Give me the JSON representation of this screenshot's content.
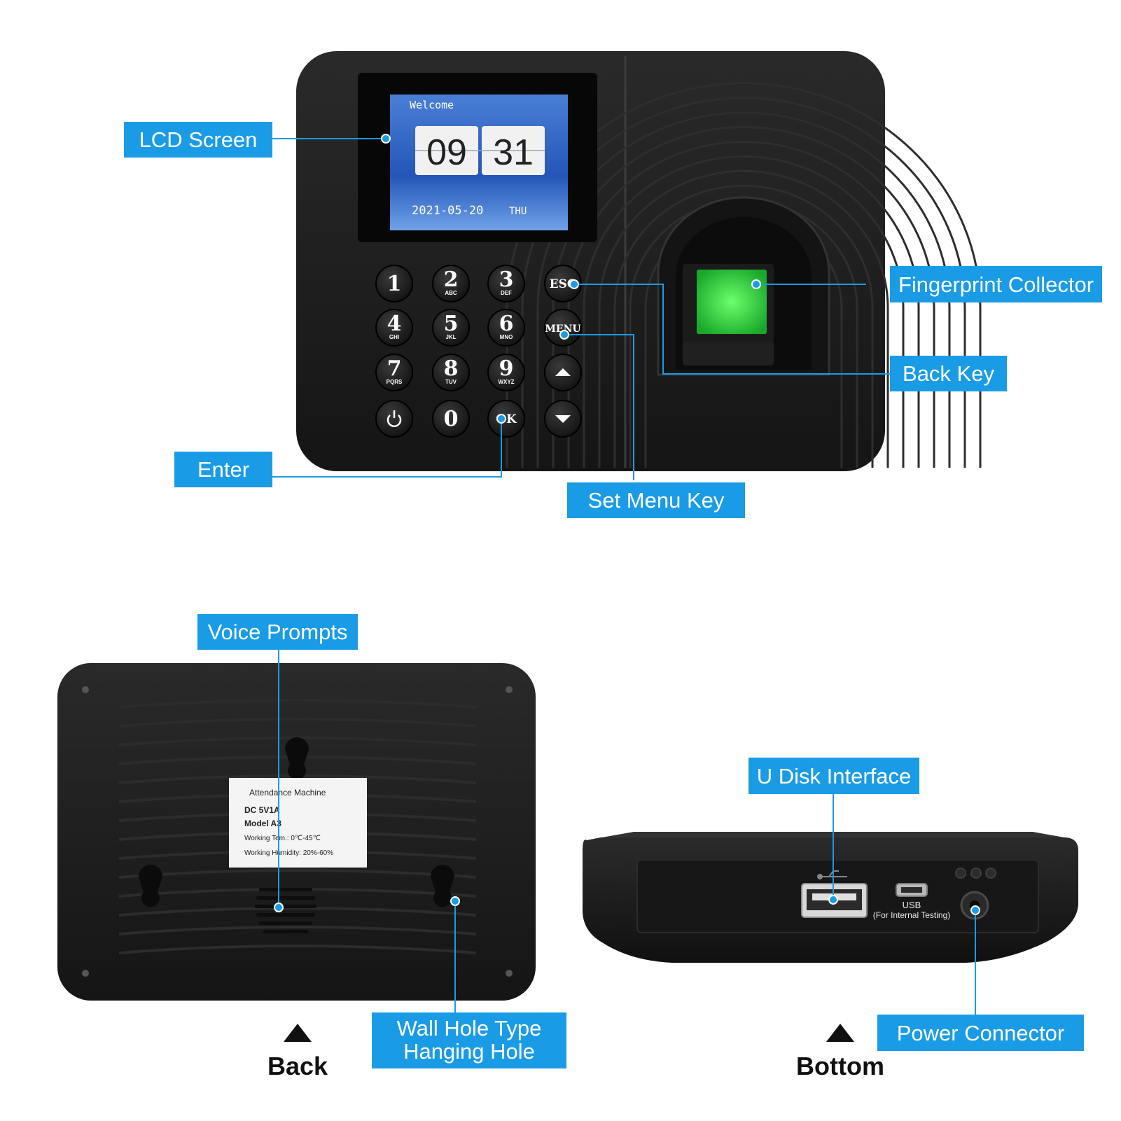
{
  "colors": {
    "callout_bg": "#1a9be6",
    "callout_text": "#ffffff",
    "device_body": "#1e1e1e",
    "sensor_glow": "#36d64a",
    "caption_text": "#111111"
  },
  "lcd": {
    "welcome": "Welcome",
    "hour": "09",
    "minute": "31",
    "date": "2021-05-20",
    "weekday": "THU"
  },
  "keypad": {
    "keys": [
      {
        "main": "1",
        "sub": ""
      },
      {
        "main": "2",
        "sub": "ABC"
      },
      {
        "main": "3",
        "sub": "DEF"
      },
      {
        "main": "ESC",
        "sub": ""
      },
      {
        "main": "4",
        "sub": "GHI"
      },
      {
        "main": "5",
        "sub": "JKL"
      },
      {
        "main": "6",
        "sub": "MNO"
      },
      {
        "main": "MENU",
        "sub": ""
      },
      {
        "main": "7",
        "sub": "PQRS"
      },
      {
        "main": "8",
        "sub": "TUV"
      },
      {
        "main": "9",
        "sub": "WXYZ"
      },
      {
        "main": "up-arrow-icon",
        "sub": ""
      },
      {
        "main": "power-icon",
        "sub": ""
      },
      {
        "main": "0",
        "sub": ""
      },
      {
        "main": "OK",
        "sub": ""
      },
      {
        "main": "down-arrow-icon",
        "sub": ""
      }
    ]
  },
  "callouts": {
    "lcd_screen": "LCD Screen",
    "fingerprint_collector": "Fingerprint Collector",
    "back_key": "Back Key",
    "enter": "Enter",
    "set_menu_key": "Set Menu Key",
    "voice_prompts": "Voice Prompts",
    "wall_hole_line1": "Wall Hole Type",
    "wall_hole_line2": "Hanging Hole",
    "u_disk_interface": "U Disk Interface",
    "power_connector": "Power Connector"
  },
  "sticker": {
    "line1": "Attendance Machine",
    "line2": "DC 5V1A",
    "line3": "Model  A3",
    "line4": "Working Tem.: 0℃-45℃",
    "line5": "Working Humidity: 20%-60%"
  },
  "bottom_panel": {
    "usb_label": "USB",
    "usb_note": "(For Internal Testing)"
  },
  "captions": {
    "back": "Back",
    "bottom": "Bottom"
  }
}
